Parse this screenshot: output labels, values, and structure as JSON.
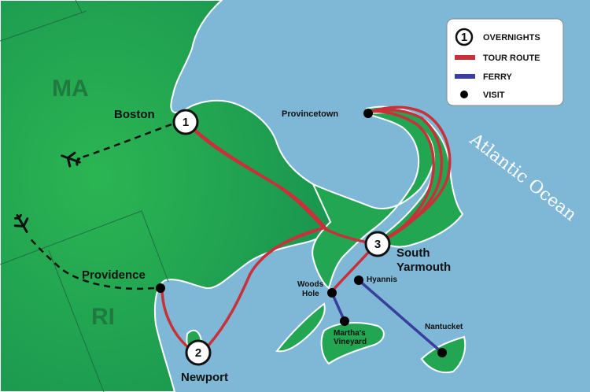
{
  "colors": {
    "water": "#7fb8d6",
    "land": "#22a651",
    "tour_route": "#c8313a",
    "ferry": "#3a3f9e",
    "visit": "#000000"
  },
  "states": {
    "ma": "MA",
    "ri": "RI"
  },
  "ocean_label": "Atlantic Ocean",
  "legend": {
    "overnights_symbol": "1",
    "overnights": "OVERNIGHTS",
    "tour_route": "TOUR ROUTE",
    "ferry": "FERRY",
    "visit": "VISIT"
  },
  "overnights": [
    {
      "number": "1",
      "name": "Boston"
    },
    {
      "number": "2",
      "name": "Newport"
    },
    {
      "number": "3",
      "name_line1": "South",
      "name_line2": "Yarmouth"
    }
  ],
  "visits": {
    "provincetown": "Provincetown",
    "providence": "Providence",
    "hyannis": "Hyannis",
    "woods_hole_line1": "Woods",
    "woods_hole_line2": "Hole",
    "marthas_line1": "Martha's",
    "marthas_line2": "Vineyard",
    "nantucket": "Nantucket"
  },
  "icons": [
    "airplane-icon",
    "airplane-icon"
  ]
}
